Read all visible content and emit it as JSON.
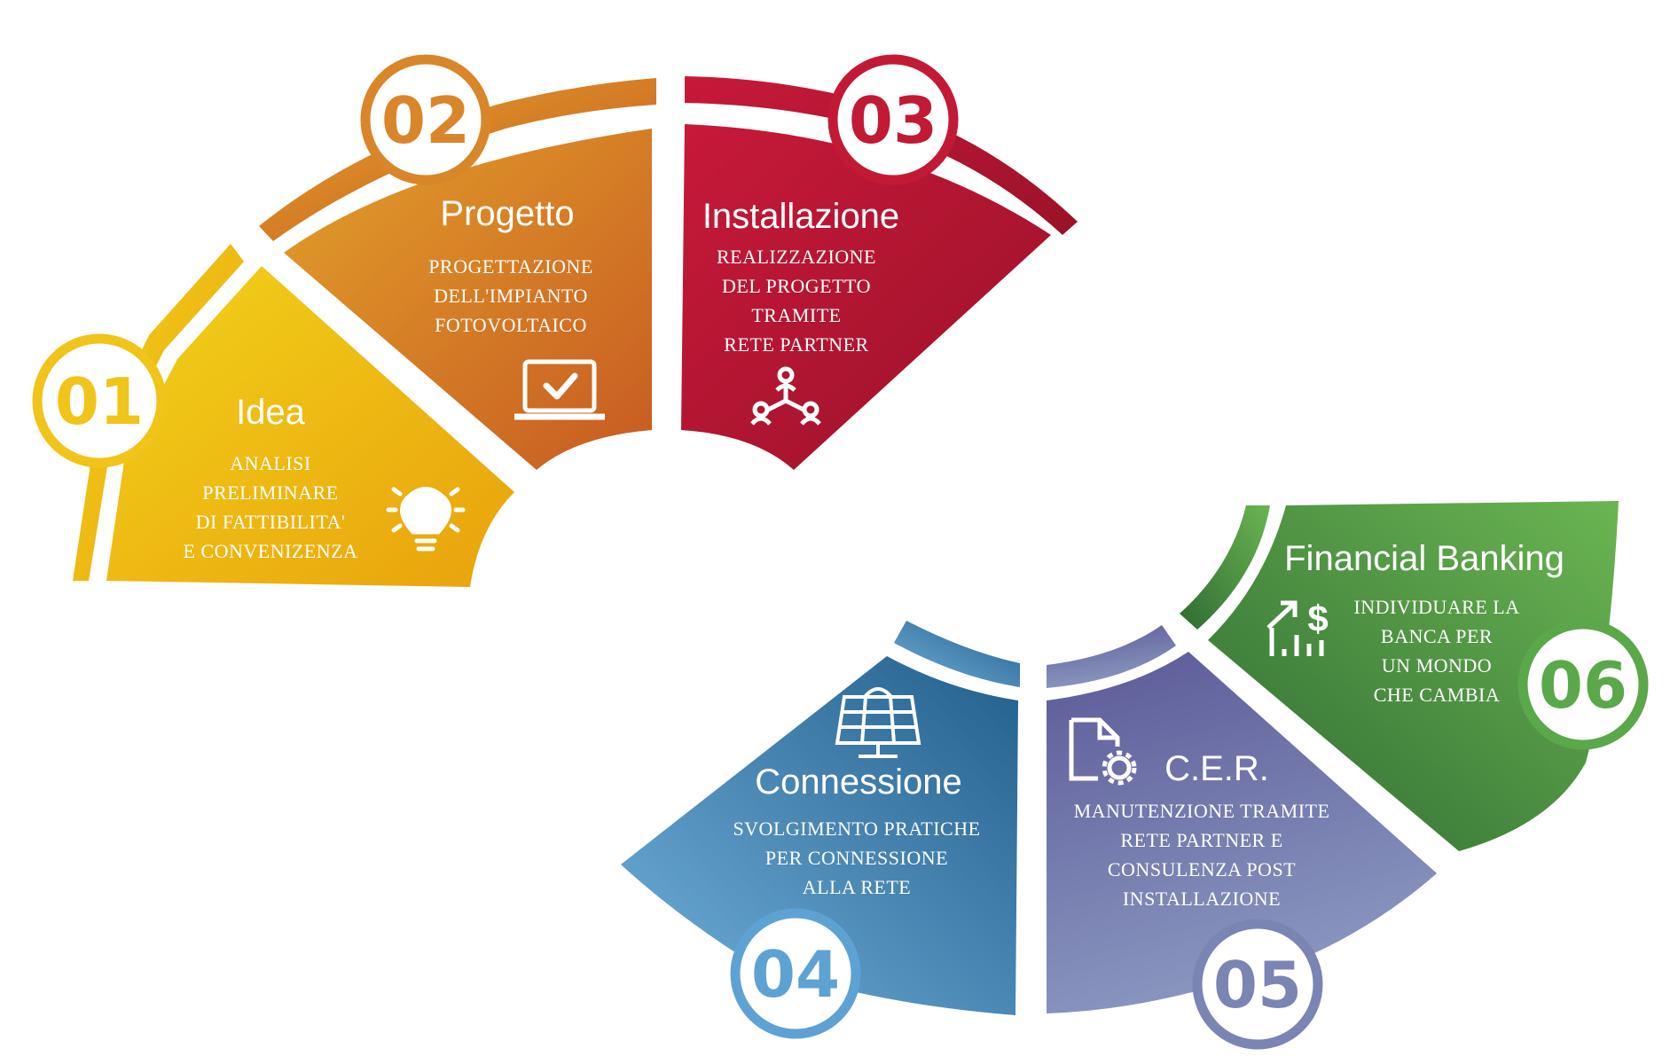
{
  "colors": {
    "step1": "#f0c419",
    "step2": "#d9862a",
    "step3": "#c21a35",
    "step4": "#4a8ac0",
    "step5": "#7a7eb0",
    "step6": "#4c9a45"
  },
  "steps": [
    {
      "number": "01",
      "title": "Idea",
      "lines": [
        "ANALISI",
        "PRELIMINARE",
        "DI FATTIBILITA'",
        "E CONVENIZENZA"
      ],
      "icon": "lightbulb-icon"
    },
    {
      "number": "02",
      "title": "Progetto",
      "lines": [
        "PROGETTAZIONE",
        "DELL'IMPIANTO",
        "FOTOVOLTAICO"
      ],
      "icon": "laptop-check-icon"
    },
    {
      "number": "03",
      "title": "Installazione",
      "lines": [
        "REALIZZAZIONE",
        "DEL PROGETTO",
        "TRAMITE",
        "RETE PARTNER"
      ],
      "icon": "network-people-icon"
    },
    {
      "number": "04",
      "title": "Connessione",
      "lines": [
        "SVOLGIMENTO PRATICHE",
        "PER CONNESSIONE",
        "ALLA RETE"
      ],
      "icon": "solar-panel-icon"
    },
    {
      "number": "05",
      "title": "C.E.R.",
      "lines": [
        "MANUTENZIONE TRAMITE",
        "RETE PARTNER E",
        "CONSULENZA POST",
        "INSTALLAZIONE"
      ],
      "icon": "document-gear-icon"
    },
    {
      "number": "06",
      "title": "Financial Banking",
      "lines": [
        "INDIVIDUARE LA",
        "BANCA PER",
        "UN MONDO",
        "CHE CAMBIA"
      ],
      "icon": "growth-chart-dollar-icon"
    }
  ]
}
